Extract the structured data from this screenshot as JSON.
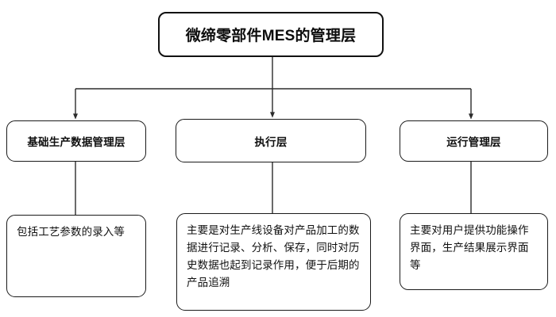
{
  "diagram": {
    "title_node": {
      "label": "微缔零部件MES的管理层"
    },
    "layers": [
      {
        "id": "basic-data",
        "label": "基础生产数据管理层"
      },
      {
        "id": "execution",
        "label": "执行层"
      },
      {
        "id": "operation",
        "label": "运行管理层"
      }
    ],
    "descriptions": [
      {
        "id": "basic-data-desc",
        "text": "包括工艺参数的录入等"
      },
      {
        "id": "execution-desc",
        "text": "主要是对生产线设备对产品加工的数据进行记录、分析、保存，同时对历史数据也起到记录作用，便于后期的产品追溯"
      },
      {
        "id": "operation-desc",
        "text": "主要对用户提供功能操作界面，生产结果展示界面等"
      }
    ],
    "colors": {
      "background": "#ffffff",
      "border": "#1a1a1a",
      "root_border": "#111111",
      "text": "#111111",
      "connector": "#2b2b2b"
    }
  }
}
